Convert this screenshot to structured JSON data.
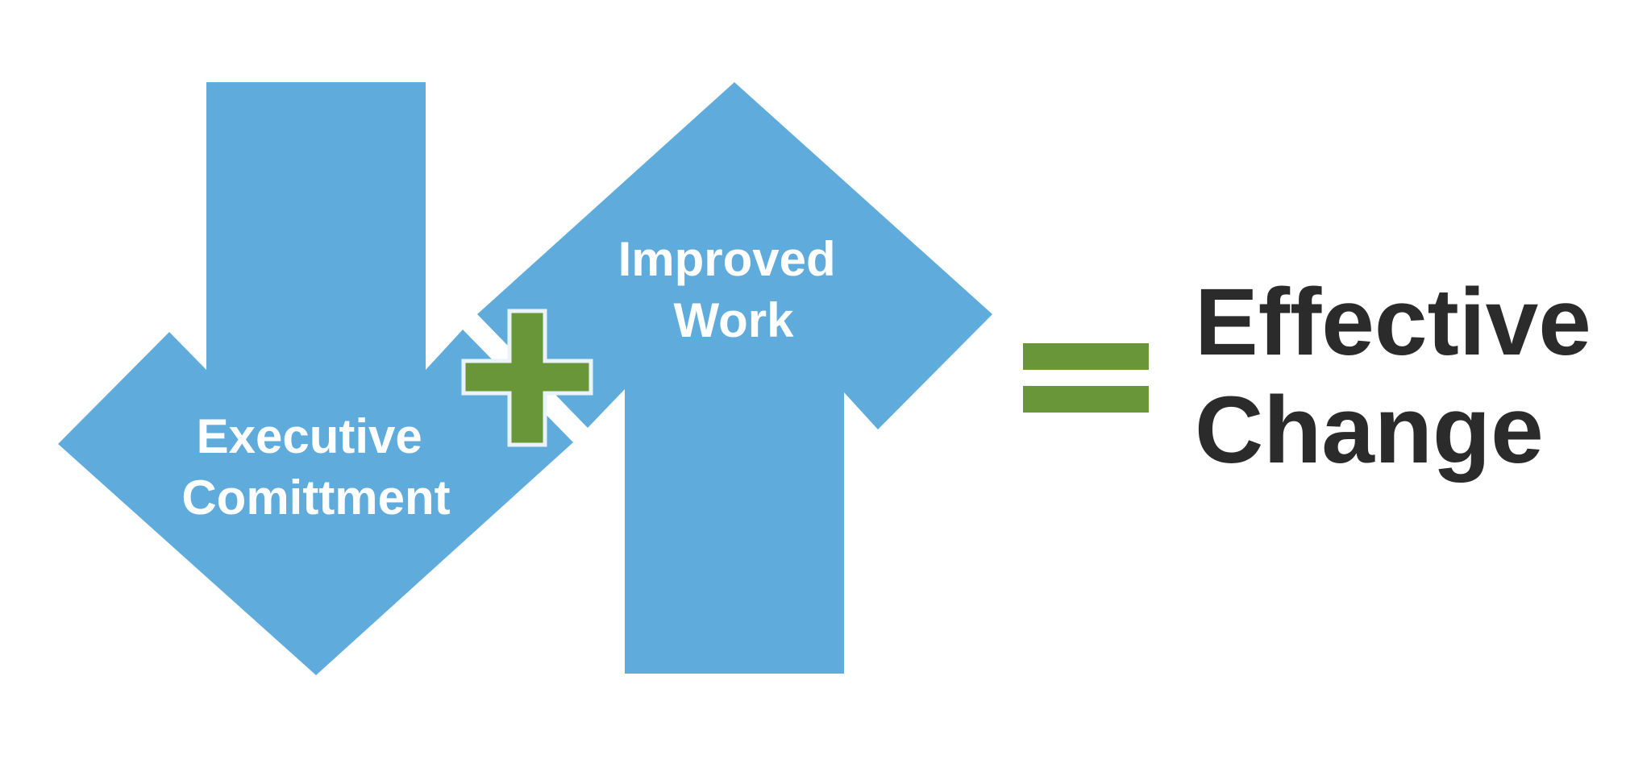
{
  "colors": {
    "arrow_fill": "#5FACDC",
    "operator_green": "#689639",
    "plus_outline": "#EAF3F9",
    "result_text": "#2B2B2B",
    "label_text": "#FFFFFF",
    "background": "#FFFFFF"
  },
  "down_arrow": {
    "direction": "down",
    "label_lines": [
      "Executive",
      "Comittment"
    ]
  },
  "up_arrow": {
    "direction": "up",
    "label_lines": [
      "Improved",
      "Work"
    ]
  },
  "operators": {
    "plus": "plus-sign",
    "equals": "equals-sign"
  },
  "result": {
    "label_lines": [
      "Effective",
      "Change"
    ]
  }
}
